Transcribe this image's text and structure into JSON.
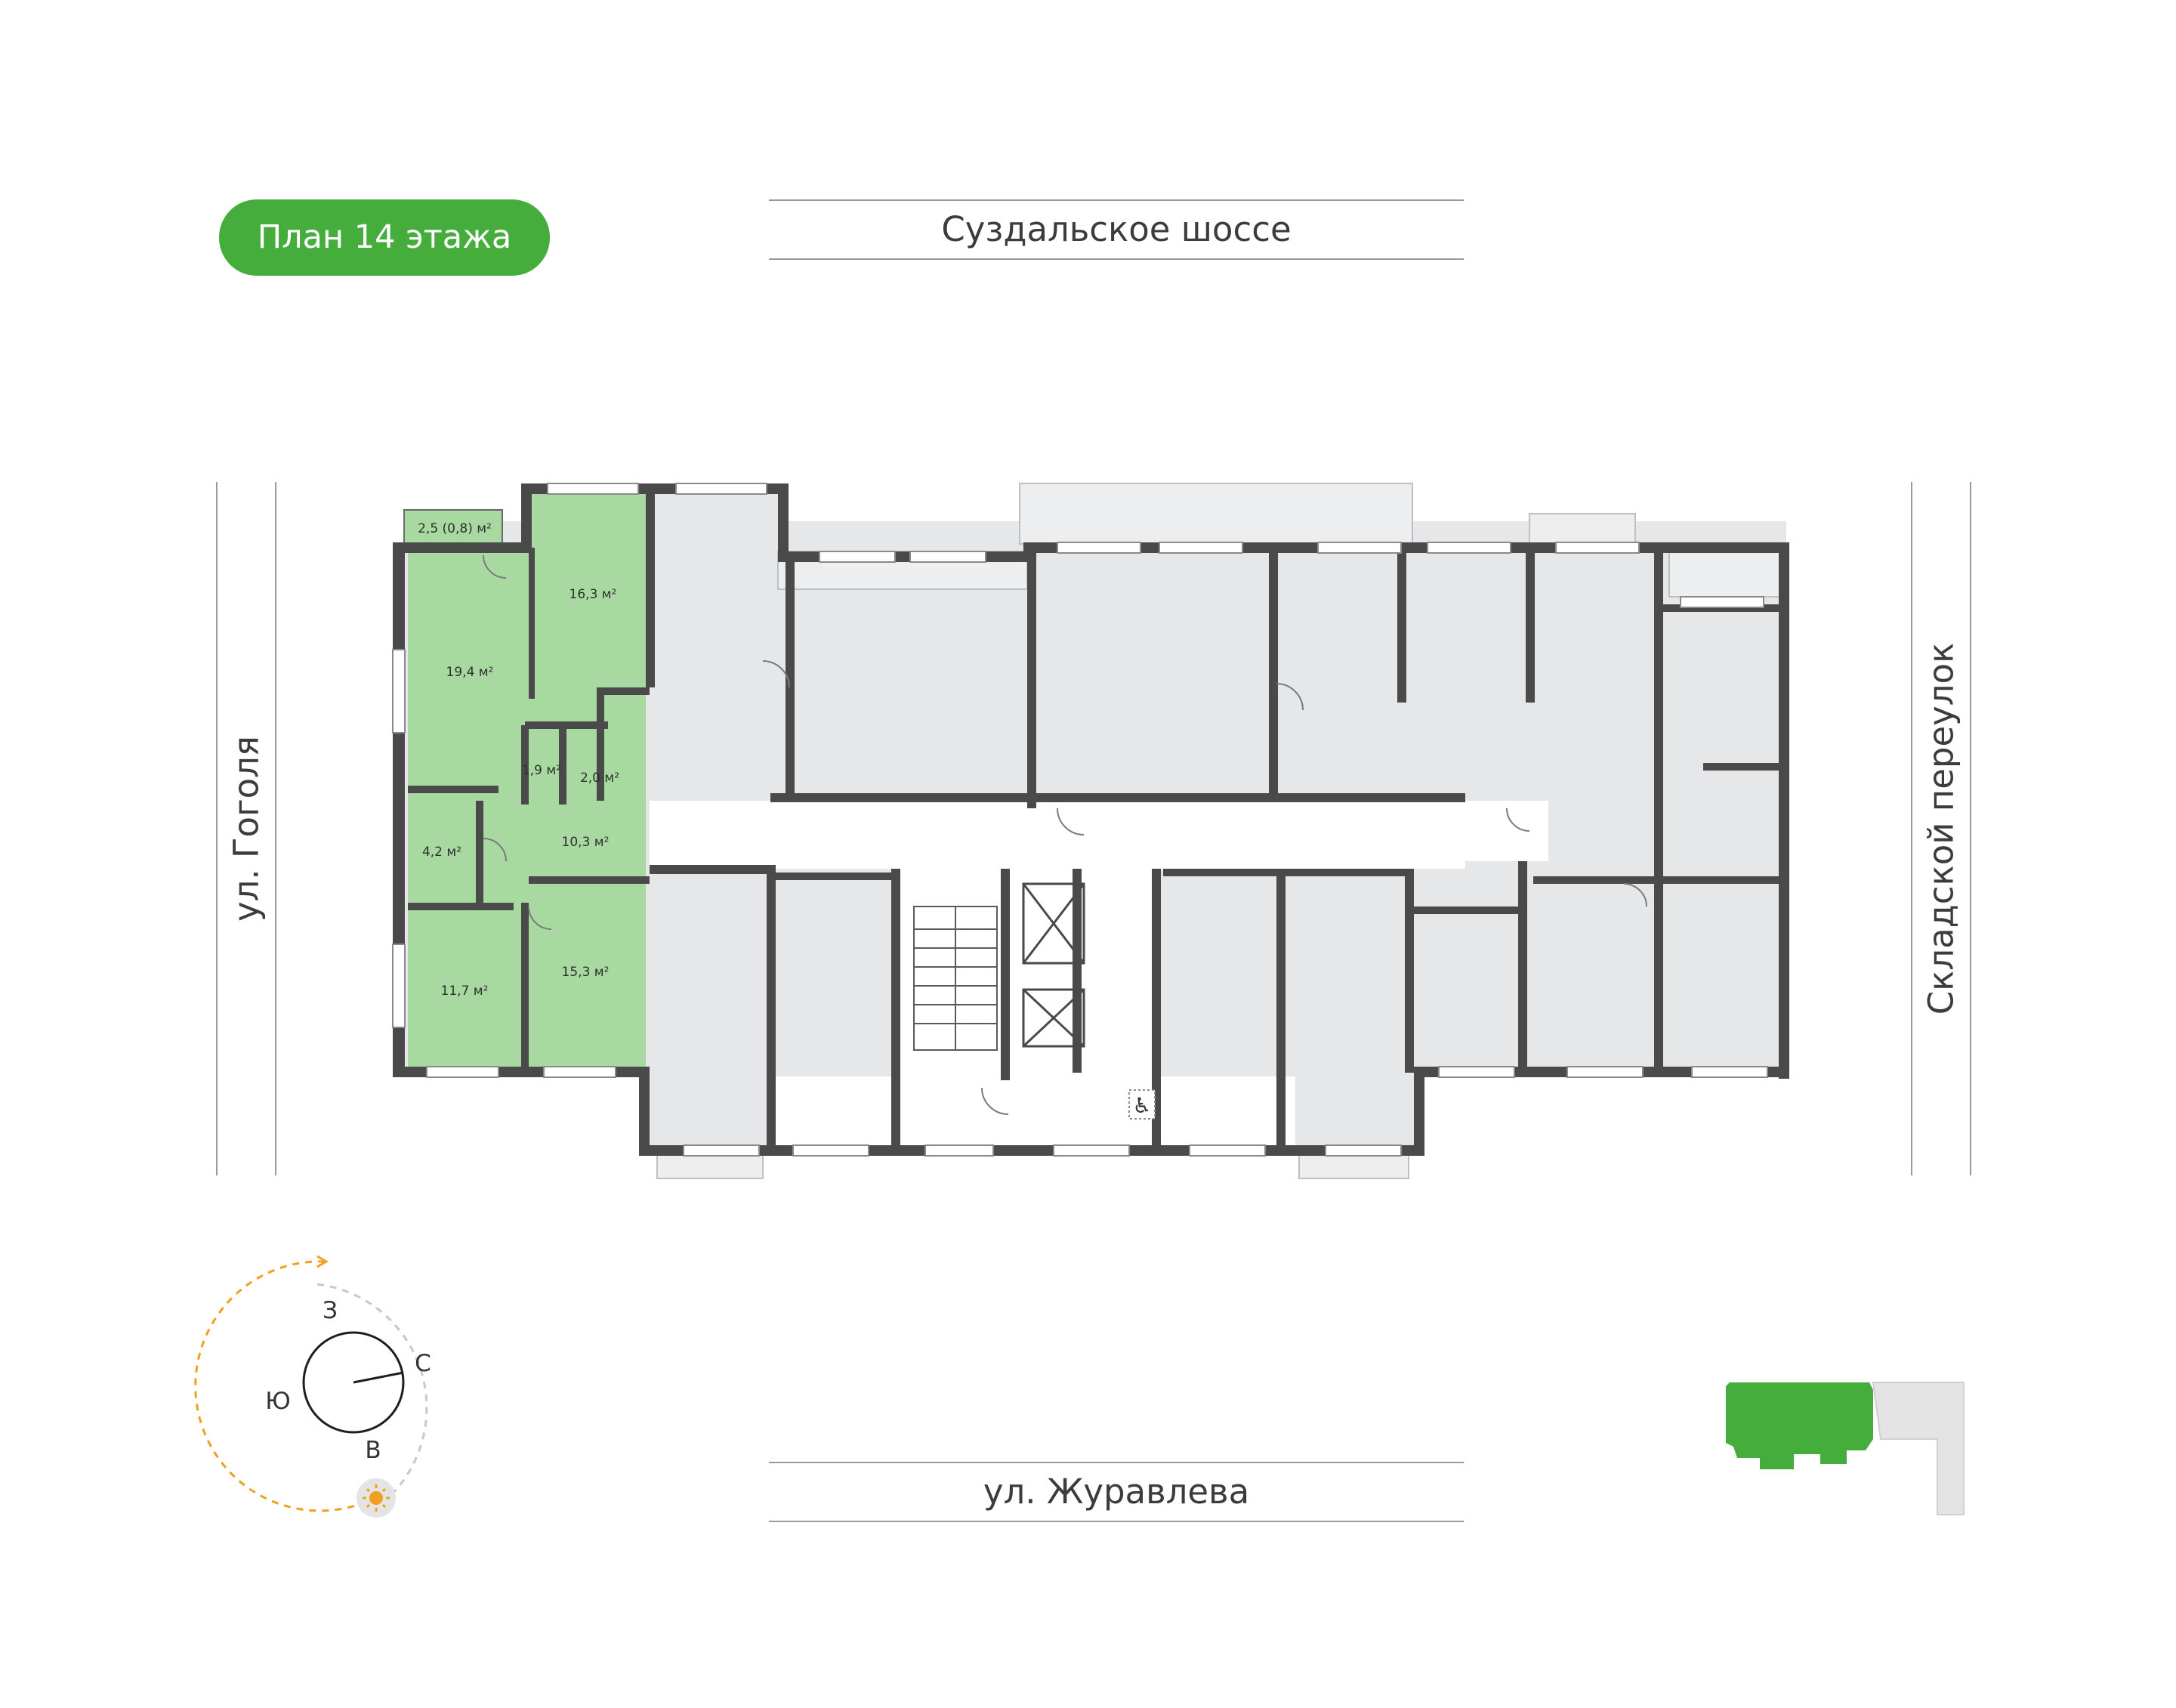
{
  "badge": {
    "label": "План 14 этажа"
  },
  "streets": {
    "top": "Суздальское шоссе",
    "bottom": "ул. Журавлева",
    "left": "ул. Гоголя",
    "right": "Складской переулок"
  },
  "rooms": {
    "balcony": "2,5 (0,8) м²",
    "r_16_3": "16,3 м²",
    "r_19_4": "19,4 м²",
    "r_1_9": "1,9 м²",
    "r_2_0": "2,0 м²",
    "r_4_2": "4,2 м²",
    "r_10_3": "10,3 м²",
    "r_11_7": "11,7 м²",
    "r_15_3": "15,3 м²"
  },
  "compass": {
    "north": "С",
    "south": "Ю",
    "east": "В",
    "west": "З"
  },
  "colors": {
    "accent": "#45ad3c",
    "highlight_apartment": "#a8d9a1",
    "other_rooms": "#e6e7e8",
    "walls": "#4a4a4a",
    "sun_path": "#f0a020",
    "location_map_selected": "#45ad3c",
    "location_map_other": "#e3e3e3"
  },
  "icons": {
    "accessibility": "wheelchair-icon",
    "sun": "sun-icon",
    "compass": "compass-icon"
  }
}
